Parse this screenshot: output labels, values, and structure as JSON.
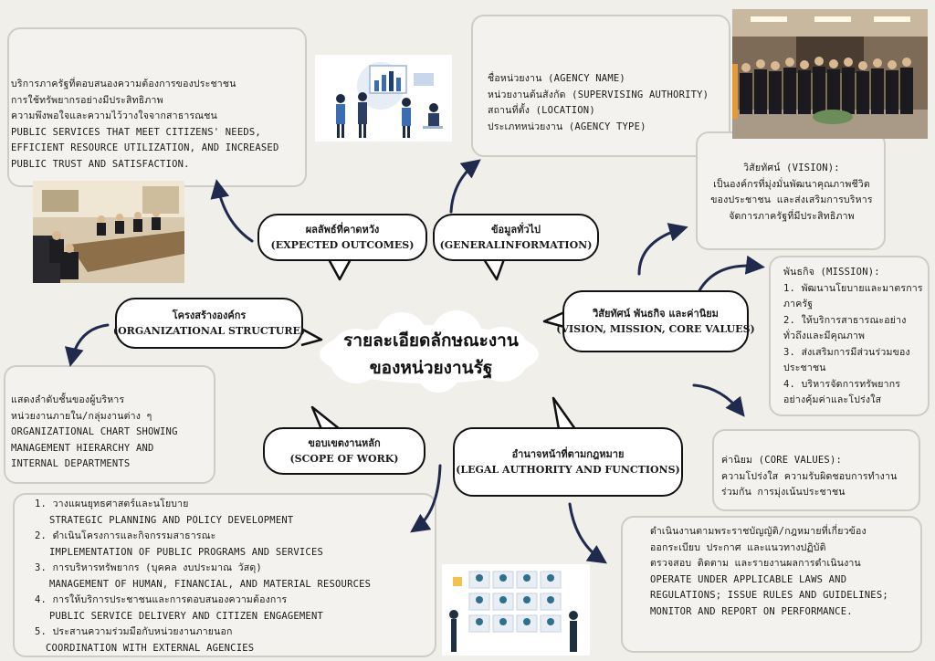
{
  "title": {
    "line1": "รายละเอียดลักษณะงาน",
    "line2": "ของหน่วยงานรัฐ"
  },
  "bubbles": {
    "expected_outcomes": {
      "th": "ผลลัพธ์ที่คาดหวัง",
      "en": "(EXPECTED OUTCOMES)"
    },
    "general_info": {
      "th": "ข้อมูลทั่วไป",
      "en": "(GENERALINFORMATION)"
    },
    "org_structure": {
      "th": "โครงสร้างองค์กร",
      "en": "(ORGANIZATIONAL STRUCTURE)"
    },
    "vision_mission": {
      "th": "วิสัยทัศน์ พันธกิจ และค่านิยม",
      "en": "(VISION, MISSION, CORE VALUES)"
    },
    "scope": {
      "th": "ขอบเขตงานหลัก",
      "en": "(SCOPE OF WORK)"
    },
    "legal": {
      "th": "อำนาจหน้าที่ตามกฎหมาย",
      "en": "(LEGAL AUTHORITY AND FUNCTIONS)"
    }
  },
  "outcomes_text": "บริการภาครัฐที่ตอบสนองความต้องการของประชาชน\nการใช้ทรัพยากรอย่างมีประสิทธิภาพ\nความพึงพอใจและความไว้วางใจจากสาธารณชน\nPUBLIC SERVICES THAT MEET CITIZENS' NEEDS,\nEFFICIENT RESOURCE UTILIZATION, AND INCREASED\nPUBLIC TRUST AND SATISFACTION.",
  "general_text": "ชื่อหน่วยงาน (AGENCY NAME)\nหน่วยงานต้นสังกัด (SUPERVISING AUTHORITY)\nสถานที่ตั้ง (LOCATION)\nประเภทหน่วยงาน (AGENCY TYPE)",
  "vision_text": "วิสัยทัศน์ (VISION):\nเป็นองค์กรที่มุ่งมั่นพัฒนาคุณภาพชีวิต\nของประชาชน และส่งเสริมการบริหาร\nจัดการภาครัฐที่มีประสิทธิภาพ",
  "mission": {
    "heading": "พันธกิจ (MISSION):",
    "items": [
      "1.  พัฒนานโยบายและมาตรการ\n     ภาครัฐ",
      "2.  ให้บริการสาธารณะอย่าง\n     ทั่วถึงและมีคุณภาพ",
      "3.  ส่งเสริมการมีส่วนร่วมของ\n     ประชาชน",
      "4.  บริหารจัดการทรัพยากร\n     อย่างคุ้มค่าและโปร่งใส"
    ]
  },
  "values_text": "ค่านิยม (CORE VALUES):\n ความโปร่งใส ความรับผิดชอบการทำงาน\nร่วมกัน การมุ่งเน้นประชาชน",
  "org_text": "แสดงลำดับชั้นของผู้บริหาร\nหน่วยงานภายใน/กลุ่มงานต่าง ๆ\nORGANIZATIONAL CHART SHOWING\nMANAGEMENT HIERARCHY AND\nINTERNAL DEPARTMENTS",
  "scope_items": [
    {
      "th": "1. วางแผนยุทธศาสตร์และนโยบาย",
      "en": "STRATEGIC PLANNING AND POLICY DEVELOPMENT"
    },
    {
      "th": "2. ดำเนินโครงการและกิจกรรมสาธารณะ",
      "en": "IMPLEMENTATION OF PUBLIC PROGRAMS AND SERVICES"
    },
    {
      "th": "3. การบริหารทรัพยากร (บุคคล งบประมาณ วัสดุ)",
      "en": "MANAGEMENT OF HUMAN, FINANCIAL, AND MATERIAL RESOURCES"
    },
    {
      "th": "4. การให้บริการประชาชนและการตอบสนองความต้องการ",
      "en": "PUBLIC SERVICE DELIVERY AND CITIZEN ENGAGEMENT"
    },
    {
      "th": "5. ประสานความร่วมมือกับหน่วยงานภายนอก",
      "en": "COORDINATION WITH EXTERNAL AGENCIES"
    }
  ],
  "legal_text": "ดำเนินงานตามพระราชบัญญัติ/กฎหมายที่เกี่ยวข้อง\nออกระเบียบ ประกาศ และแนวทางปฏิบัติ\nตรวจสอบ ติดตาม และรายงานผลการดำเนินงาน\nOPERATE UNDER APPLICABLE LAWS AND\nREGULATIONS; ISSUE RULES AND GUIDELINES;\nMONITOR AND REPORT ON PERFORMANCE.",
  "colors": {
    "arrow": "#1f2a4d",
    "card_border": "#cfccc6",
    "background": "#f1efea"
  }
}
